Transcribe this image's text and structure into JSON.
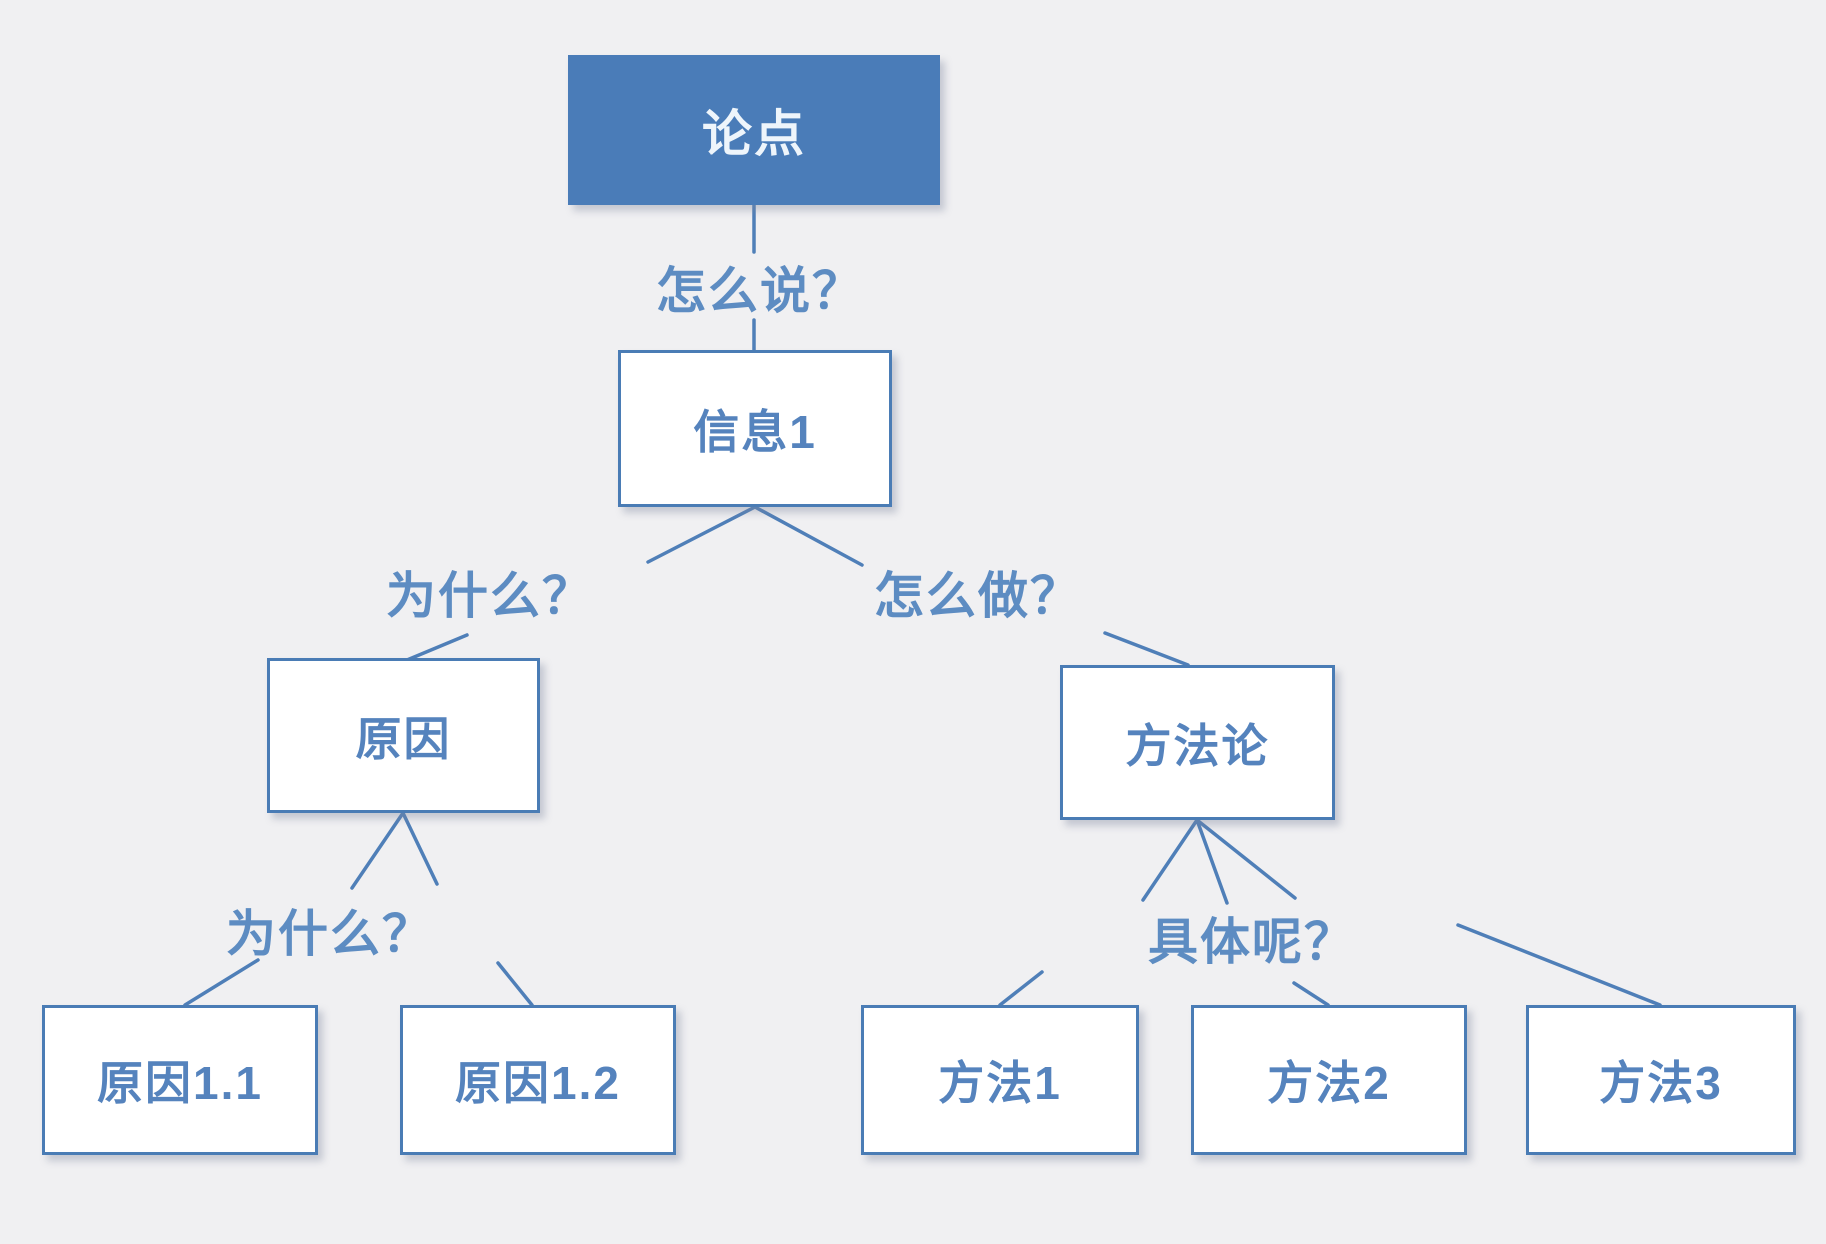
{
  "diagram": {
    "title": "logic-tree",
    "colors": {
      "background": "#f0f0f2",
      "accent_blue": "#4a7cb8",
      "border_blue": "#4a7cb5",
      "line_blue": "#4f7fb8",
      "node_text_blue": "#5583bd",
      "label_text_blue": "#5d8cc2",
      "filled_node_text": "#eef5fb"
    },
    "nodes": {
      "thesis": {
        "label": "论点"
      },
      "info1": {
        "label": "信息1"
      },
      "reason": {
        "label": "原因"
      },
      "methodology": {
        "label": "方法论"
      },
      "reason11": {
        "label": "原因1.1"
      },
      "reason12": {
        "label": "原因1.2"
      },
      "method1": {
        "label": "方法1"
      },
      "method2": {
        "label": "方法2"
      },
      "method3": {
        "label": "方法3"
      }
    },
    "edge_labels": {
      "how_to_say": "怎么说？",
      "why_first": "为什么？",
      "how_to_do": "怎么做？",
      "why_second": "为什么？",
      "specifically": "具体呢？"
    }
  }
}
